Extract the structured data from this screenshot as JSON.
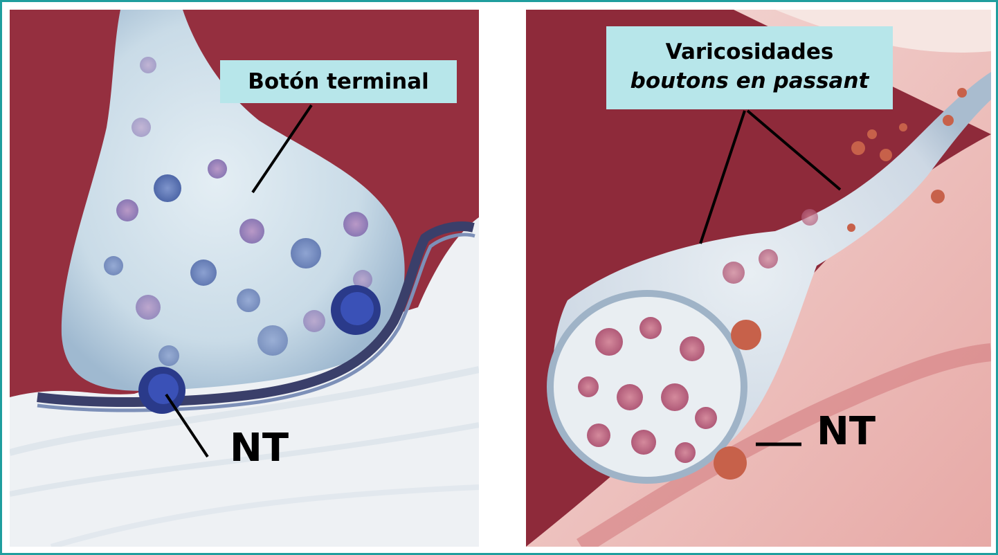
{
  "labels": {
    "terminal_button": "Botón terminal",
    "varicosities_line1": "Varicosidades",
    "varicosities_line2": "boutons en passant",
    "nt_left": "NT",
    "nt_right": "NT"
  },
  "colors": {
    "frame": "#1f9e9e",
    "label_background": "#b7e6ea",
    "tissue_red": "#8e2a3a",
    "membrane_light": "#cfe1ea",
    "vesicle_blue": "#5a72b8",
    "vesicle_pink": "#c05a7a"
  }
}
